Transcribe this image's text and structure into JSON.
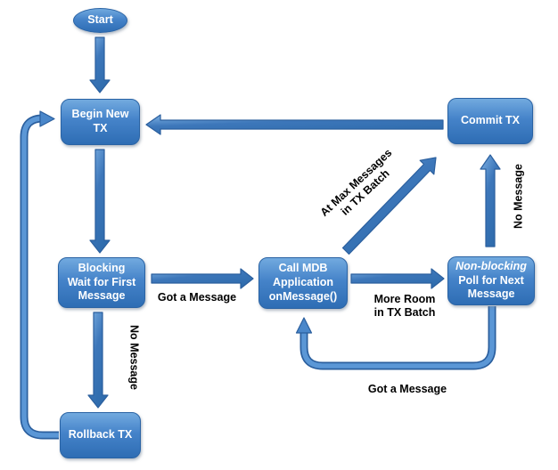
{
  "diagram": {
    "type": "flowchart",
    "background": "#ffffff",
    "colors": {
      "node_fill_top": "#72aadf",
      "node_fill_bottom": "#2e6db4",
      "node_border": "#2a63a4",
      "node_text": "#ffffff",
      "arrow_fill": "#3d77ba",
      "arrow_border": "#2b5f9e",
      "label_text": "#000000"
    },
    "nodes": {
      "start": {
        "lines": [
          "Start"
        ]
      },
      "begin_new_tx": {
        "lines": [
          "Begin New",
          "TX"
        ]
      },
      "blocking_wait": {
        "lines": [
          "Blocking",
          "Wait for First",
          "Message"
        ]
      },
      "rollback_tx": {
        "lines": [
          "Rollback TX"
        ]
      },
      "call_mdb": {
        "lines": [
          "Call MDB",
          "Application",
          "onMessage()"
        ]
      },
      "non_blocking_poll": {
        "italic_line": "Non-blocking",
        "lines": [
          "Poll for Next",
          "Message"
        ]
      },
      "commit_tx": {
        "lines": [
          "Commit TX"
        ]
      }
    },
    "edge_labels": {
      "blocking_to_mdb": "Got a Message",
      "blocking_to_rollback": "No Message",
      "mdb_to_poll": {
        "lines": [
          "More Room",
          "in TX Batch"
        ]
      },
      "mdb_to_commit": {
        "lines": [
          "At Max Messages",
          "in TX Batch"
        ]
      },
      "poll_to_commit": "No Message",
      "poll_to_mdb": "Got a Message"
    }
  }
}
